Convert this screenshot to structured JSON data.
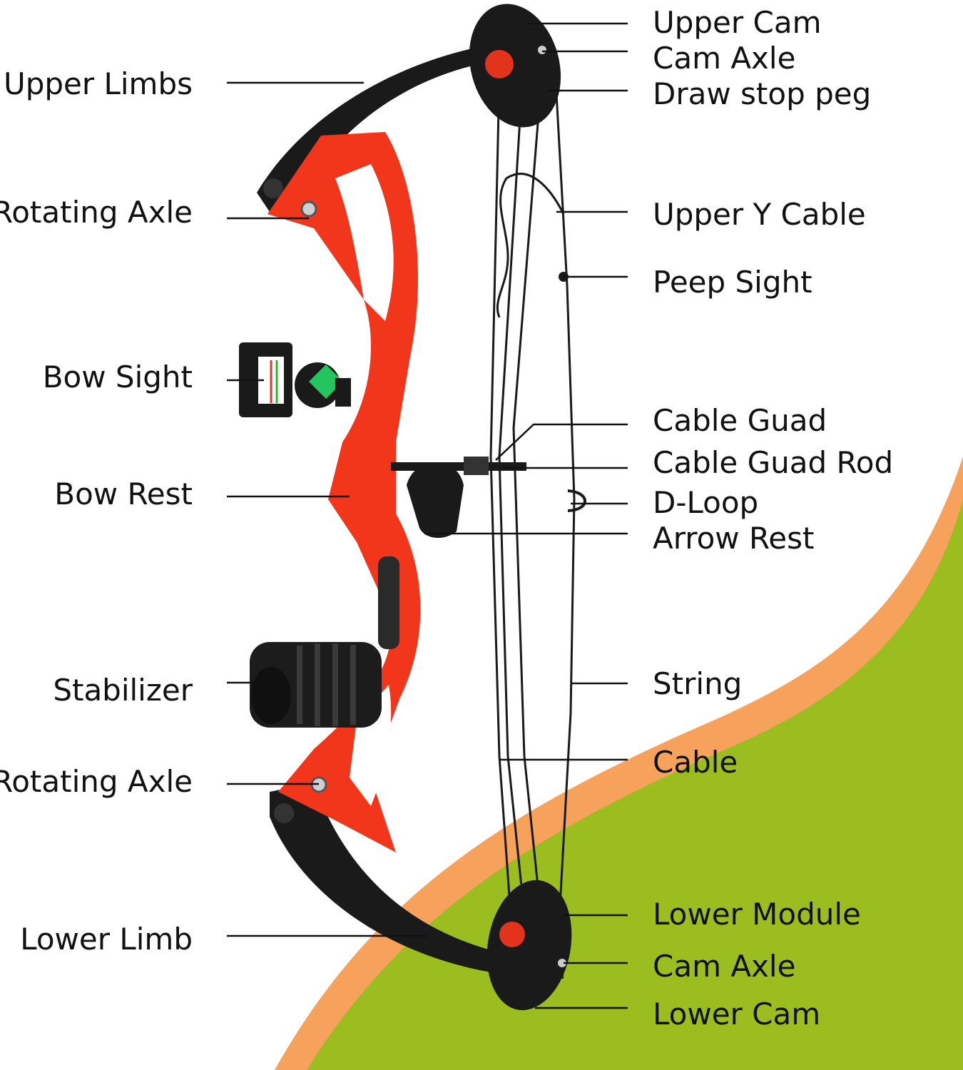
{
  "colors": {
    "background": "#ffffff",
    "accent_orange": "#f6a25c",
    "accent_green": "#9cbd1f",
    "riser_red": "#f2361c",
    "limb_black": "#1a1a1a",
    "leader_line": "#111111"
  },
  "labels_left": [
    {
      "id": "upper-limbs",
      "text": "Upper Limbs"
    },
    {
      "id": "rotating-axle-upper",
      "text": "Rotating Axle"
    },
    {
      "id": "bow-sight",
      "text": "Bow Sight"
    },
    {
      "id": "bow-rest",
      "text": "Bow Rest"
    },
    {
      "id": "stabilizer",
      "text": "Stabilizer"
    },
    {
      "id": "rotating-axle-lower",
      "text": "Rotating Axle"
    },
    {
      "id": "lower-limb",
      "text": "Lower Limb"
    }
  ],
  "labels_right": [
    {
      "id": "upper-cam",
      "text": "Upper Cam"
    },
    {
      "id": "cam-axle-upper",
      "text": "Cam Axle"
    },
    {
      "id": "draw-stop-peg",
      "text": "Draw stop peg"
    },
    {
      "id": "upper-y-cable",
      "text": "Upper Y Cable"
    },
    {
      "id": "peep-sight",
      "text": "Peep Sight"
    },
    {
      "id": "cable-guad",
      "text": "Cable Guad"
    },
    {
      "id": "cable-guad-rod",
      "text": "Cable Guad Rod"
    },
    {
      "id": "d-loop",
      "text": "D-Loop"
    },
    {
      "id": "arrow-rest",
      "text": "Arrow Rest"
    },
    {
      "id": "string",
      "text": "String"
    },
    {
      "id": "cable",
      "text": "Cable"
    },
    {
      "id": "lower-module",
      "text": "Lower Module"
    },
    {
      "id": "cam-axle-lower",
      "text": "Cam Axle"
    },
    {
      "id": "lower-cam",
      "text": "Lower Cam"
    }
  ]
}
